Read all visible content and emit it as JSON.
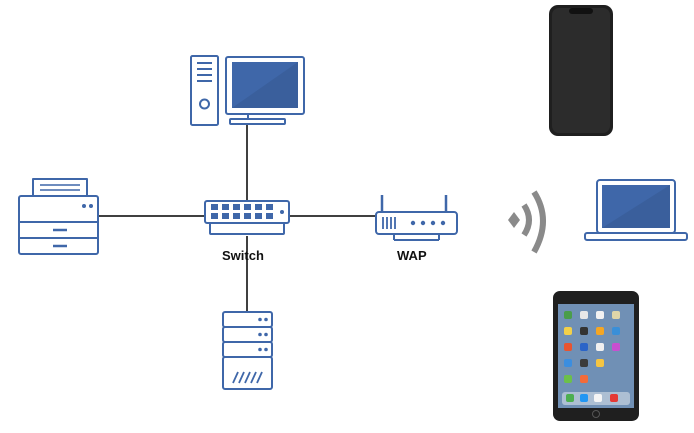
{
  "colors": {
    "stroke": "#3f67a9",
    "screen": "#3f67a9",
    "fill": "#ffffff",
    "line": "#000000",
    "wifi": "#8a8a8a",
    "phone_body": "#1f1f1f"
  },
  "nodes": {
    "switch": {
      "label": "Switch",
      "icon": "network-switch-icon"
    },
    "wap": {
      "label": "WAP",
      "icon": "wireless-access-point-icon"
    },
    "desktop": {
      "icon": "desktop-computer-icon"
    },
    "printer": {
      "icon": "printer-icon"
    },
    "server": {
      "icon": "server-icon"
    },
    "wifi": {
      "icon": "wifi-signal-icon"
    },
    "phone": {
      "icon": "smartphone-icon"
    },
    "laptop": {
      "icon": "laptop-icon"
    },
    "tablet": {
      "icon": "tablet-icon"
    }
  },
  "connections": [
    {
      "from": "switch",
      "to": "desktop"
    },
    {
      "from": "switch",
      "to": "printer"
    },
    {
      "from": "switch",
      "to": "server"
    },
    {
      "from": "switch",
      "to": "wap"
    }
  ]
}
